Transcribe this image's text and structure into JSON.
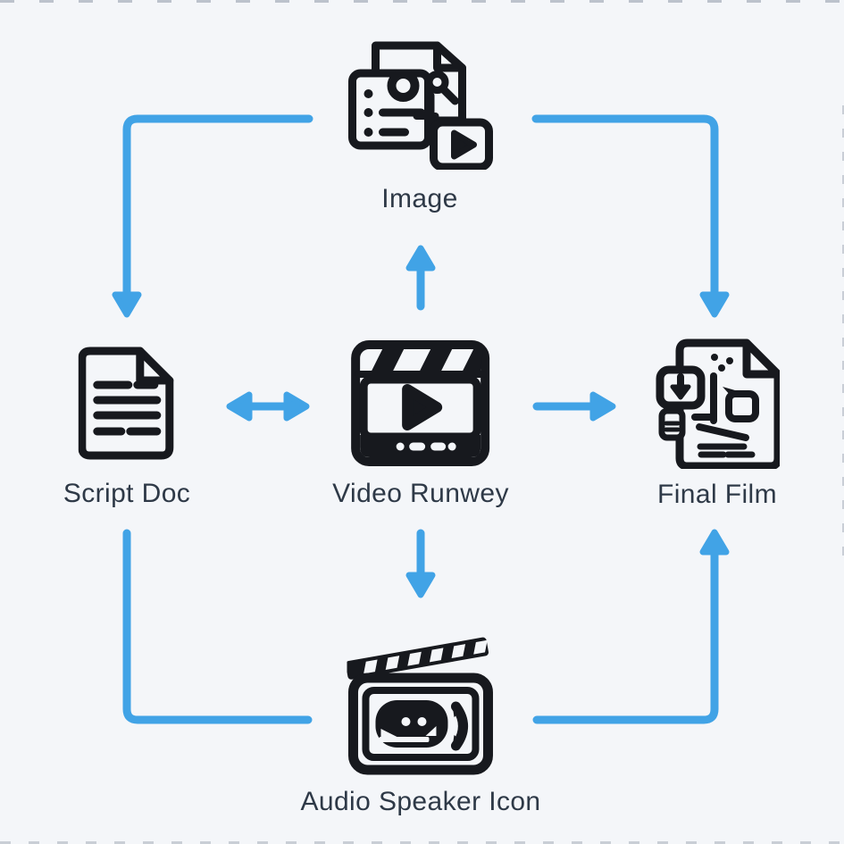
{
  "palette": {
    "background": "#f4f6f9",
    "arrow": "#41a3e6",
    "icon_ink": "#17191e",
    "label_color": "#2e3947"
  },
  "diagram": {
    "nodes": [
      {
        "id": "image",
        "label": "Image",
        "icon": "image-document-play-icon"
      },
      {
        "id": "script_doc",
        "label": "Script Doc",
        "icon": "script-document-icon"
      },
      {
        "id": "video_runwey",
        "label": "Video Runwey",
        "icon": "clapperboard-play-icon"
      },
      {
        "id": "final_film",
        "label": "Final Film",
        "icon": "final-film-document-icon"
      },
      {
        "id": "audio_speaker",
        "label": "Audio Speaker Icon",
        "icon": "audio-speaker-clapperboard-icon"
      }
    ],
    "edges": [
      {
        "from": "image",
        "to": "script_doc",
        "route": "left-then-down",
        "arrowheads": [
          "end"
        ]
      },
      {
        "from": "image",
        "to": "final_film",
        "route": "right-then-down",
        "arrowheads": [
          "end"
        ]
      },
      {
        "from": "video_runwey",
        "to": "image",
        "route": "straight-up",
        "arrowheads": [
          "end"
        ]
      },
      {
        "from": "script_doc",
        "to": "video_runwey",
        "route": "straight-horizontal",
        "arrowheads": [
          "start",
          "end"
        ]
      },
      {
        "from": "video_runwey",
        "to": "final_film",
        "route": "straight-right",
        "arrowheads": [
          "end"
        ]
      },
      {
        "from": "video_runwey",
        "to": "audio_speaker",
        "route": "straight-down",
        "arrowheads": [
          "end"
        ]
      },
      {
        "from": "script_doc",
        "to": "audio_speaker",
        "route": "down-then-right",
        "arrowheads": []
      },
      {
        "from": "audio_speaker",
        "to": "final_film",
        "route": "right-then-up",
        "arrowheads": [
          "end"
        ]
      }
    ]
  }
}
